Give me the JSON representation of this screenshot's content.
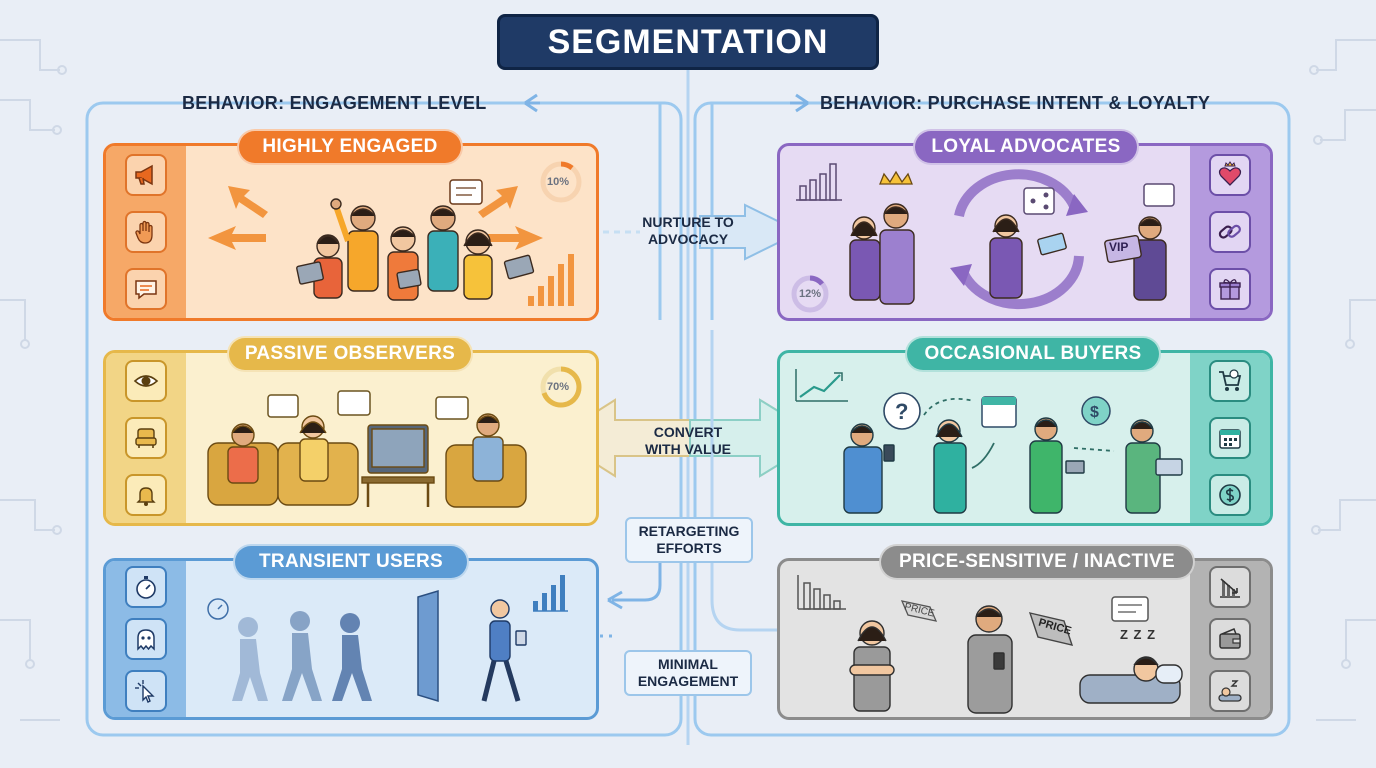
{
  "title": "SEGMENTATION",
  "left_header": "BEHAVIOR: ENGAGEMENT LEVEL",
  "right_header": "BEHAVIOR: PURCHASE INTENT & LOYALTY",
  "segments": {
    "highly_engaged": {
      "label": "HIGHLY ENGAGED",
      "stat": "10%",
      "icons": [
        "megaphone-icon",
        "raised-hand-icon",
        "chat-bubble-icon"
      ]
    },
    "passive_observers": {
      "label": "PASSIVE OBSERVERS",
      "stat": "70%",
      "icons": [
        "eye-icon",
        "armchair-icon",
        "bell-icon"
      ]
    },
    "transient_users": {
      "label": "TRANSIENT USERS",
      "icons": [
        "stopwatch-icon",
        "ghost-icon",
        "cursor-click-icon"
      ]
    },
    "loyal_advocates": {
      "label": "LOYAL ADVOCATES",
      "stat": "12%",
      "badge": "VIP",
      "icons": [
        "heart-crown-icon",
        "chain-link-icon",
        "gift-icon"
      ]
    },
    "occasional_buyers": {
      "label": "OCCASIONAL BUYERS",
      "icons": [
        "cart-icon",
        "calendar-icon",
        "dollar-coin-icon"
      ]
    },
    "price_sensitive": {
      "label": "PRICE-SENSITIVE / INACTIVE",
      "tag_1": "PRICE",
      "tag_2": "PRICE",
      "sleep": "Z Z Z",
      "icons": [
        "declining-chart-icon",
        "wallet-icon",
        "sleeping-icon"
      ]
    }
  },
  "connectors": {
    "nurture_line1": "NURTURE TO",
    "nurture_line2": "ADVOCACY",
    "convert_line1": "CONVERT",
    "convert_line2": "WITH VALUE",
    "retarget_line1": "RETARGETING",
    "retarget_line2": "EFFORTS",
    "minimal_line1": "MINIMAL",
    "minimal_line2": "ENGAGEMENT"
  },
  "colors": {
    "orange": "#f07a2a",
    "yellow": "#e6b84a",
    "blue": "#5b9bd5",
    "purple": "#8a67c2",
    "teal": "#3fb5a5",
    "gray": "#8c8c8c",
    "navy": "#1f3a66"
  }
}
